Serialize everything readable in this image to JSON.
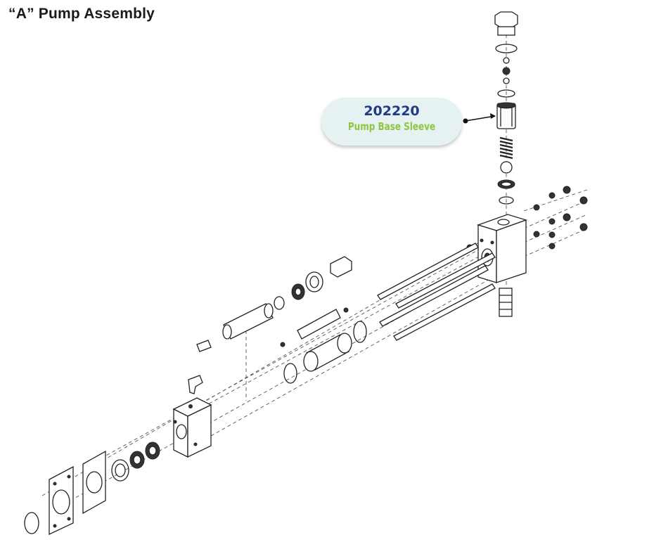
{
  "title": "“A” Pump Assembly",
  "callout": {
    "part_number": "202220",
    "part_name": "Pump Base Sleeve"
  },
  "colors": {
    "part_number": "#233b84",
    "part_name": "#8dc63f",
    "callout_bg": "#e6f1f1"
  }
}
